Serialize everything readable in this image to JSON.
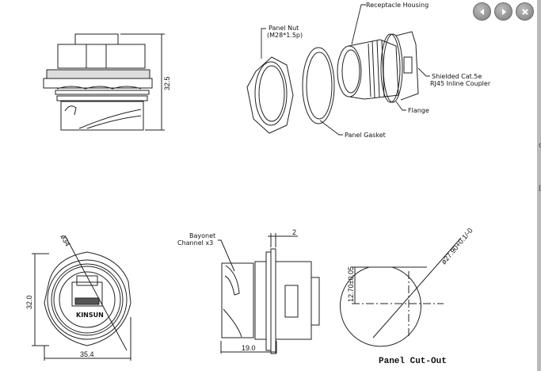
{
  "viewer": {
    "controls": [
      {
        "name": "previous",
        "icon": "arrow-left-icon"
      },
      {
        "name": "next",
        "icon": "arrow-right-icon"
      },
      {
        "name": "close",
        "icon": "close-x-icon"
      }
    ],
    "background_chars": [
      "c",
      "l"
    ]
  },
  "drawing": {
    "exploded_view": {
      "callouts": {
        "receptacle_housing": "Receptacle Housing",
        "panel_nut_line1": "Panel Nut",
        "panel_nut_line2": "(M28*1.5p)",
        "shielded_line1": "Shielded Cat.5e",
        "shielded_line2": "RJ45 Inline Coupler",
        "flange": "Flange",
        "panel_gasket": "Panel Gasket"
      }
    },
    "side_view": {
      "height_dim": "32.5"
    },
    "front_view": {
      "diameter_dim": "ø34",
      "height_dim": "32.0",
      "width_dim": "35.4",
      "brand": "KINSUN"
    },
    "profile_view": {
      "callout_line1": "Bayonet",
      "callout_line2": "Channel x3",
      "flange_dim": "2",
      "length_dim": "19.0"
    },
    "cutout": {
      "title": "Panel Cut-Out",
      "flat_dim": "12.70±0.05",
      "diameter_dim": "ø27.90+0.1/-0"
    }
  }
}
